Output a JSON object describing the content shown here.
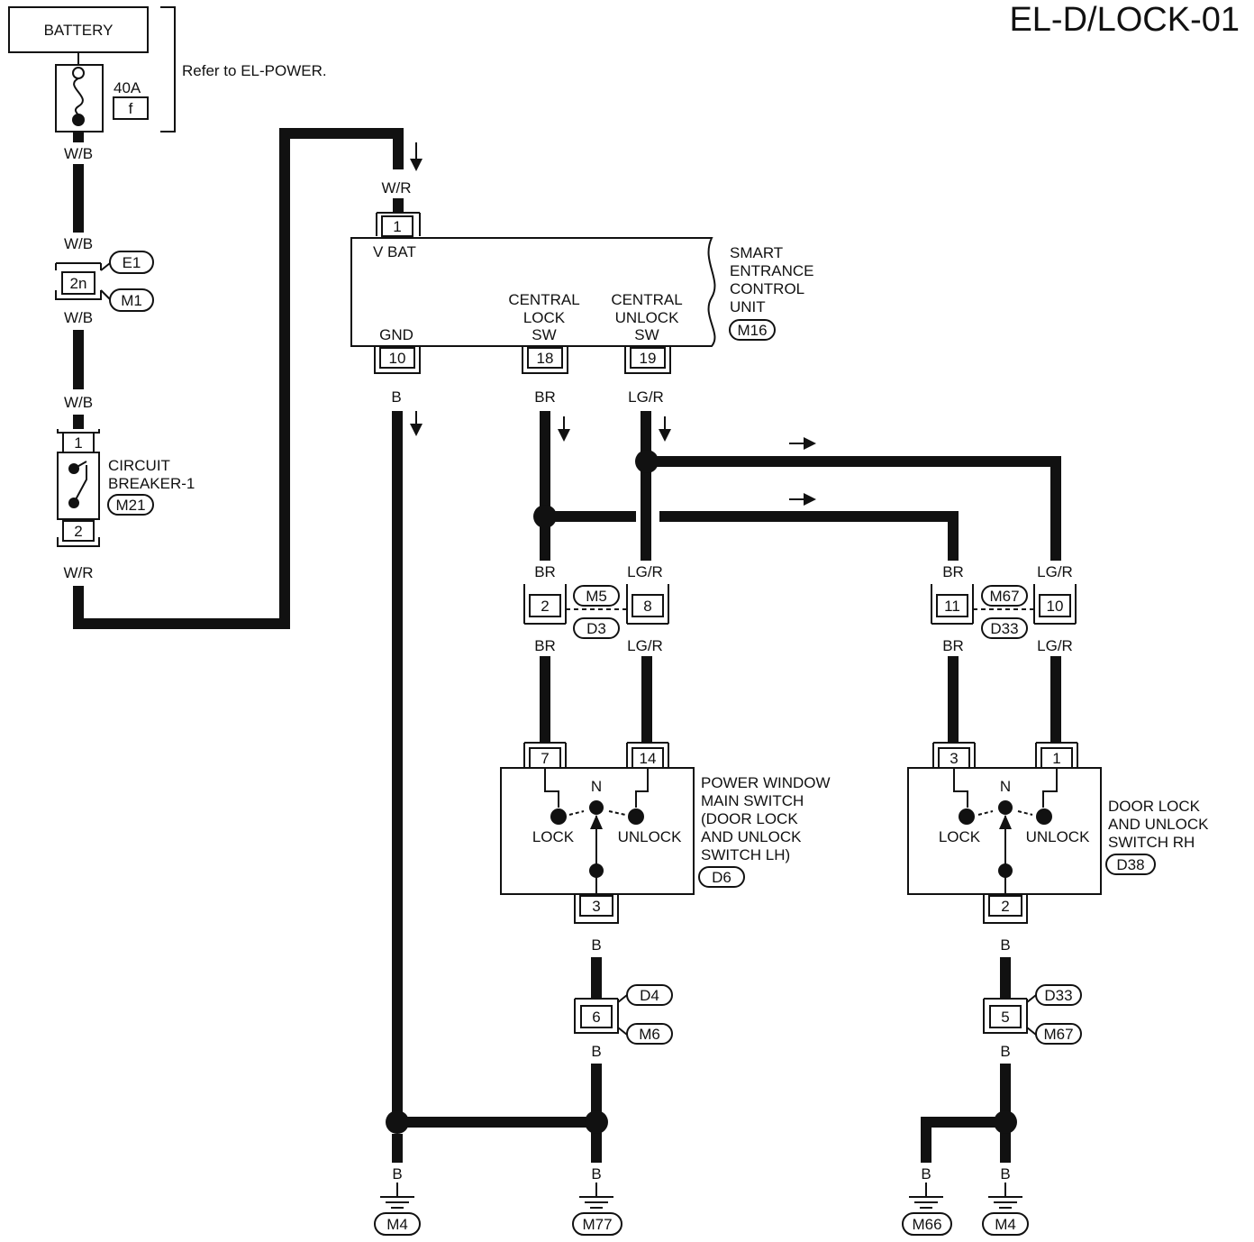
{
  "title": "EL-D/LOCK-01",
  "battery": {
    "label": "BATTERY",
    "fuse_rating": "40A",
    "fuse_id": "f",
    "note": "Refer to EL-POWER."
  },
  "joint_connector": {
    "pin": "2n",
    "connectors": [
      "E1",
      "M1"
    ]
  },
  "circuit_breaker": {
    "name_lines": [
      "CIRCUIT",
      "BREAKER-1"
    ],
    "connector": "M21",
    "pin_in": "1",
    "pin_out": "2"
  },
  "secu": {
    "name_lines": [
      "SMART",
      "ENTRANCE",
      "CONTROL",
      "UNIT"
    ],
    "connector": "M16",
    "vbat_label": "V BAT",
    "gnd_label": "GND",
    "lock_sw_lines": [
      "CENTRAL",
      "LOCK",
      "SW"
    ],
    "unlock_sw_lines": [
      "CENTRAL",
      "UNLOCK",
      "SW"
    ],
    "pins": {
      "vbat": "1",
      "gnd": "10",
      "lock": "18",
      "unlock": "19"
    }
  },
  "lh_inline": {
    "upper": "M5",
    "lower": "D3",
    "pin_br": "2",
    "pin_lgr": "8"
  },
  "rh_inline": {
    "upper": "M67",
    "lower": "D33",
    "pin_br": "11",
    "pin_lgr": "10"
  },
  "lh_switch": {
    "name_lines": [
      "POWER WINDOW",
      "MAIN SWITCH",
      "(DOOR LOCK",
      "AND UNLOCK",
      "SWITCH LH)"
    ],
    "connector": "D6",
    "pins": {
      "lock": "7",
      "unlock": "14",
      "ground": "3"
    },
    "neutral": "N",
    "lock": "LOCK",
    "unlock": "UNLOCK"
  },
  "rh_switch": {
    "name_lines": [
      "DOOR LOCK",
      "AND UNLOCK",
      "SWITCH RH"
    ],
    "connector": "D38",
    "pins": {
      "lock": "3",
      "unlock": "1",
      "ground": "2"
    },
    "neutral": "N",
    "lock": "LOCK",
    "unlock": "UNLOCK"
  },
  "lh_ground_inline": {
    "pin": "6",
    "upper": "D4",
    "lower": "M6"
  },
  "rh_ground_inline": {
    "pin": "5",
    "upper": "D33",
    "lower": "M67"
  },
  "grounds": [
    "M4",
    "M77",
    "M66",
    "M4"
  ],
  "wire_colors": {
    "wb": "W/B",
    "wr": "W/R",
    "b": "B",
    "br": "BR",
    "lgr": "LG/R"
  }
}
